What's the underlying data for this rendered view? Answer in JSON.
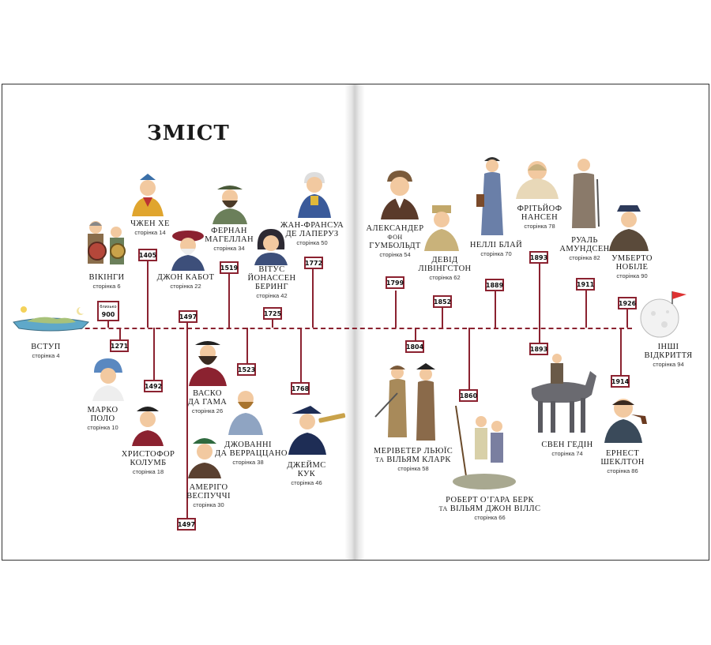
{
  "title": "ЗМІСТ",
  "intro": {
    "name": "ВСТУП",
    "page": "сторінка 4",
    "year_line1": "близько",
    "year_line2": "900"
  },
  "entries": {
    "vikings": {
      "name": "ВІКІНГИ",
      "page": "сторінка 6"
    },
    "zheng_he": {
      "name": "ЧЖЕН ХЕ",
      "page": "сторінка 14",
      "year": "1405"
    },
    "cabot": {
      "name": "ДЖОН КАБОТ",
      "page": "сторінка 22",
      "year": "1497"
    },
    "magellan": {
      "name1": "ФЕРНАН",
      "name2": "МАГЕЛЛАН",
      "page": "сторінка 34",
      "year": "1519"
    },
    "bering": {
      "name1": "ВІТУС",
      "name2": "ЙОНАССЕН",
      "name3": "БЕРИНГ",
      "page": "сторінка 42",
      "year": "1725"
    },
    "laperouse": {
      "name1": "ЖАН-ФРАНСУА",
      "name2": "ДЕ ЛАПЕРУЗ",
      "page": "сторінка 50",
      "year": "1772"
    },
    "marco_polo": {
      "name1": "МАРКО",
      "name2": "ПОЛО",
      "page": "сторінка 10",
      "year": "1271"
    },
    "columbus": {
      "name1": "ХРИСТОФОР",
      "name2": "КОЛУМБ",
      "page": "сторінка 18",
      "year": "1492"
    },
    "da_gama": {
      "name1": "ВАСКО",
      "name2": "ДА ГАМА",
      "page": "сторінка 26",
      "year": "1497"
    },
    "vespucci": {
      "name1": "АМЕРІГО",
      "name2": "ВЕСПУЧЧІ",
      "page": "сторінка 30",
      "year": "1497"
    },
    "verrazzano": {
      "name1": "ДЖОВАННІ",
      "name2": "ДА ВЕРРАЦЦАНО",
      "page": "сторінка 38",
      "year": "1523"
    },
    "cook": {
      "name1": "ДЖЕЙМС",
      "name2": "КУК",
      "page": "сторінка 46",
      "year": "1768"
    },
    "humboldt": {
      "name1": "АЛЕКСАНДЕР",
      "name2": "ФОН",
      "name3": "ГУМБОЛЬДТ",
      "page": "сторінка 54",
      "year": "1799"
    },
    "livingstone": {
      "name1": "ДЕВІД",
      "name2": "ЛІВІНГСТОН",
      "page": "сторінка 62",
      "year": "1852"
    },
    "bly": {
      "name": "НЕЛЛІ БЛАЙ",
      "page": "сторінка 70",
      "year": "1889"
    },
    "nansen": {
      "name1": "ФРІТЬЙОФ",
      "name2": "НАНСЕН",
      "page": "сторінка 78",
      "year": "1893"
    },
    "amundsen": {
      "name1": "РУАЛЬ",
      "name2": "АМУНДСЕН",
      "page": "сторінка 82",
      "year": "1911"
    },
    "nobile": {
      "name1": "УМБЕРТО",
      "name2": "НОБІЛЕ",
      "page": "сторінка 90",
      "year": "1926"
    },
    "lewis_clark": {
      "name1": "МЕРІВЕТЕР ЛЬЮЇС",
      "name2": "ТА",
      "name3": "ВІЛЬЯМ КЛАРК",
      "page": "сторінка 58",
      "year": "1804"
    },
    "burke_wills": {
      "name1": "РОБЕРТ О’ГАРА БЕРК",
      "name2": "ТА",
      "name3": "ВІЛЬЯМ ДЖОН ВІЛЛС",
      "page": "сторінка 66",
      "year": "1860"
    },
    "hedin": {
      "name": "СВЕН ГЕДІН",
      "page": "сторінка 74",
      "year": "1893"
    },
    "shackleton": {
      "name1": "ЕРНЕСТ",
      "name2": "ШЕКЛТОН",
      "page": "сторінка 86",
      "year": "1914"
    },
    "other": {
      "name1": "ІНШІ",
      "name2": "ВІДКРИТТЯ",
      "page": "сторінка 94"
    }
  },
  "colors": {
    "timeline": "#8b2230",
    "skin": "#f2c9a0",
    "ink": "#222222"
  }
}
